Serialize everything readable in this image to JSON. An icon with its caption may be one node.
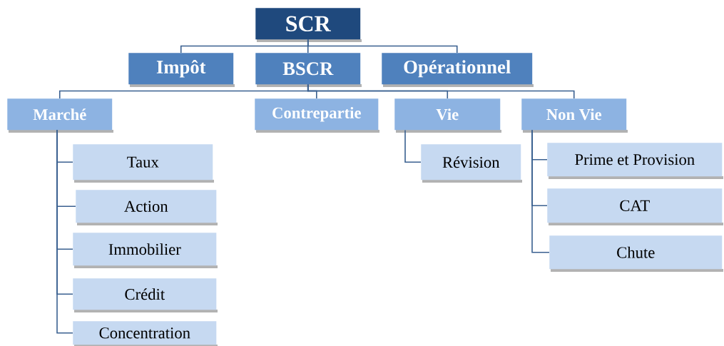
{
  "diagram": {
    "nodes": [
      {
        "text": [
          "SCR"
        ]
      },
      {
        "text": [
          "Impôt"
        ]
      },
      {
        "text": [
          "BSCR"
        ]
      },
      {
        "text": [
          "Opérationnel"
        ]
      },
      {
        "text": [
          "Marché"
        ]
      },
      {
        "text": [
          "Contrepartie"
        ]
      },
      {
        "text": [
          "Vie"
        ]
      },
      {
        "text": [
          "Non Vie"
        ]
      },
      {
        "text": [
          "Taux"
        ]
      },
      {
        "text": [
          "Action"
        ]
      },
      {
        "text": [
          "Immobilier"
        ]
      },
      {
        "text": [
          "Crédit"
        ]
      },
      {
        "text": [
          "Concentration"
        ]
      },
      {
        "text": [
          "Révision"
        ]
      },
      {
        "text": [
          "Prime et Provision"
        ]
      },
      {
        "text": [
          "CAT"
        ]
      },
      {
        "text": [
          "Chute"
        ]
      }
    ],
    "edges": [
      {
        "from": 0,
        "to": 1,
        "arrow": "none"
      },
      {
        "from": 0,
        "to": 2,
        "arrow": "none"
      },
      {
        "from": 0,
        "to": 3,
        "arrow": "none"
      },
      {
        "from": 2,
        "to": 4,
        "arrow": "none"
      },
      {
        "from": 2,
        "to": 5,
        "arrow": "none"
      },
      {
        "from": 2,
        "to": 6,
        "arrow": "none"
      },
      {
        "from": 2,
        "to": 7,
        "arrow": "none"
      },
      {
        "from": 4,
        "to": 8,
        "arrow": "none"
      },
      {
        "from": 4,
        "to": 9,
        "arrow": "none"
      },
      {
        "from": 4,
        "to": 10,
        "arrow": "none"
      },
      {
        "from": 4,
        "to": 11,
        "arrow": "none"
      },
      {
        "from": 4,
        "to": 12,
        "arrow": "none"
      },
      {
        "from": 6,
        "to": 13,
        "arrow": "none"
      },
      {
        "from": 7,
        "to": 14,
        "arrow": "none"
      },
      {
        "from": 7,
        "to": 15,
        "arrow": "none"
      },
      {
        "from": 7,
        "to": 16,
        "arrow": "none"
      }
    ]
  }
}
